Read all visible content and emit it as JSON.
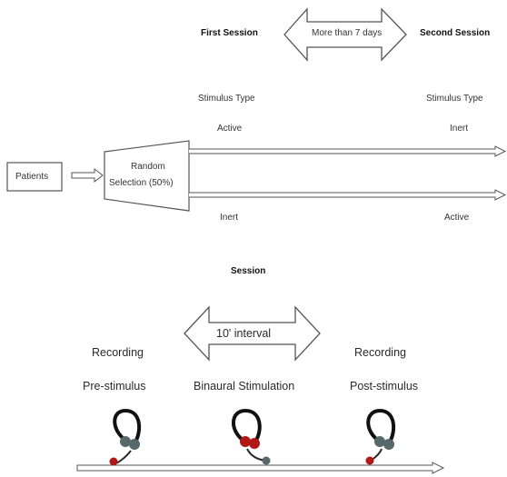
{
  "top": {
    "first_session": "First Session",
    "interval": "More than 7 days",
    "second_session": "Second Session",
    "stimulus_type_first": "Stimulus Type",
    "stimulus_type_second": "Stimulus Type",
    "upper_arm": {
      "first": "Active",
      "second": "Inert"
    },
    "lower_arm": {
      "first": "Inert",
      "second": "Active"
    },
    "patients": "Patients",
    "random_selection_line1": "Random",
    "random_selection_line2": "Selection (50%)"
  },
  "bottom": {
    "session_title": "Session",
    "interval": "10' interval",
    "recording_pre": "Recording",
    "recording_post": "Recording",
    "pre_stimulus": "Pre-stimulus",
    "binaural": "Binaural Stimulation",
    "post_stimulus": "Post-stimulus"
  },
  "colors": {
    "line": "#555555",
    "earpiece": "#56686a",
    "marker": "#b01818",
    "marker_alt": "#56686a"
  },
  "icons": [
    "headphones-icon",
    "headphones-icon",
    "headphones-icon"
  ]
}
